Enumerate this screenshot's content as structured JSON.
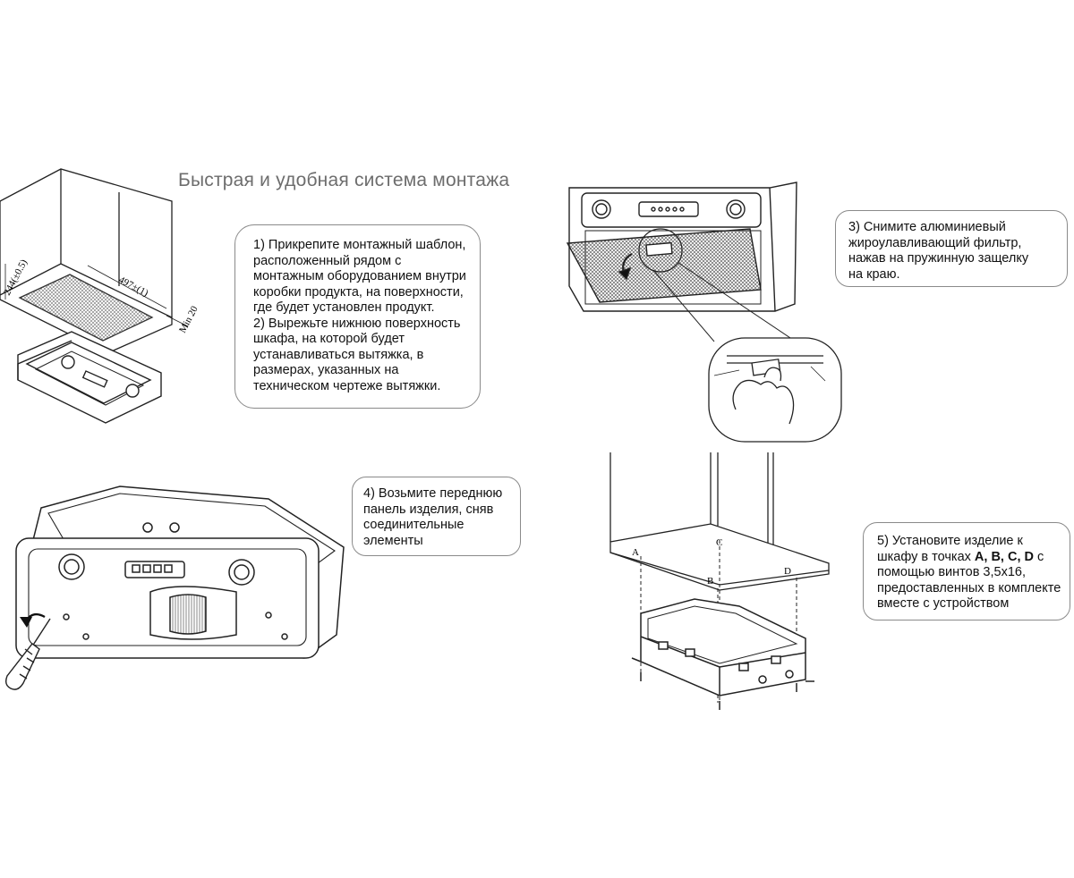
{
  "title": "Быстрая и удобная система монтажа",
  "steps": {
    "step1": {
      "lines": [
        "1) Прикрепите монтажный шаблон,",
        "расположенный рядом с",
        "монтажным оборудованием внутри",
        "коробки продукта, на поверхности,",
        "где будет установлен продукт.",
        "2)  Вырежьте нижнюю поверхность",
        "шкафа, на которой будет",
        "устанавливаться вытяжка, в",
        "размерах, указанных на",
        "техническом чертеже вытяжки."
      ]
    },
    "step3": {
      "lines": [
        "3) Снимите алюминиевый",
        "жироулавливающий фильтр,",
        "нажав на пружинную защелку",
        "на краю."
      ]
    },
    "step4": {
      "lines": [
        "4) Возьмите переднюю",
        "панель изделия, сняв",
        "соединительные",
        "элементы"
      ]
    },
    "step5": {
      "line1_prefix": "5) Установите изделие к",
      "line2_prefix": "шкафу в точках ",
      "points_bold": "A, B, C, D",
      "line2_suffix": "  с",
      "line3": "помощью винтов 3,5х16,",
      "line4": "предоставленных в комплекте",
      "line5": "вместе с устройством"
    }
  },
  "dimensions": {
    "depth": "244(±0.5)",
    "width": "497±(1)",
    "min": "Min 20"
  },
  "points": {
    "a": "A",
    "b": "B",
    "c": "C",
    "d": "D"
  }
}
